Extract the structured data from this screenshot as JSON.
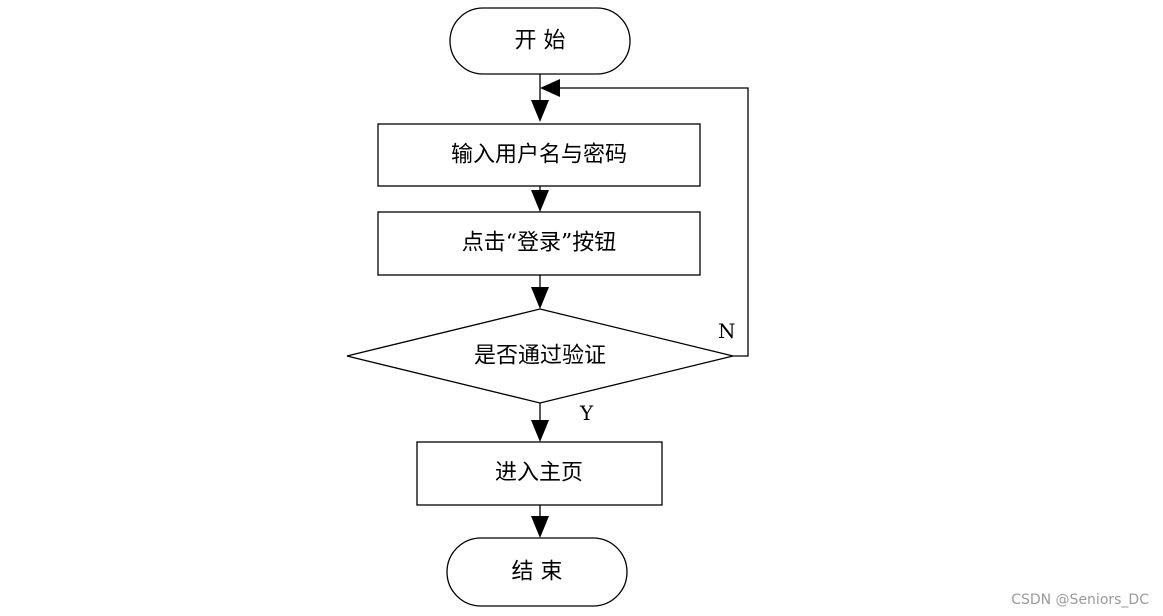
{
  "flowchart": {
    "start": "开 始",
    "step_input": "输入用户名与密码",
    "step_click_login": "点击“登录”按钮",
    "decision_verify": "是否通过验证",
    "step_enter_home": "进入主页",
    "end": "结 束",
    "label_no": "N",
    "label_yes": "Y"
  },
  "watermark": "CSDN @Seniors_DC"
}
